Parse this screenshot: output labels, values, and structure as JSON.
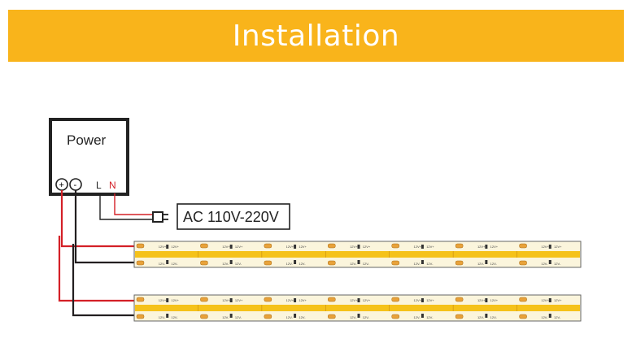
{
  "header": {
    "title": "Installation"
  },
  "power_box": {
    "label": "Power",
    "terminal_plus": "+",
    "terminal_minus": "-",
    "line_label": "L",
    "neutral_label": "N"
  },
  "ac_input": {
    "label": "AC 110V-220V"
  },
  "strip": {
    "segment_text_left": "12V+",
    "segment_text_right": "12V+",
    "segment_text_left_bottom": "12V-",
    "segment_text_right_bottom": "12V-",
    "segments": 7
  },
  "strips": 2,
  "colors": {
    "banner": "#f9b41b",
    "positive_wire": "#d42027",
    "negative_wire": "#231f20",
    "led_band": "#f5c21a",
    "strip_bg": "#fbf5dc"
  }
}
